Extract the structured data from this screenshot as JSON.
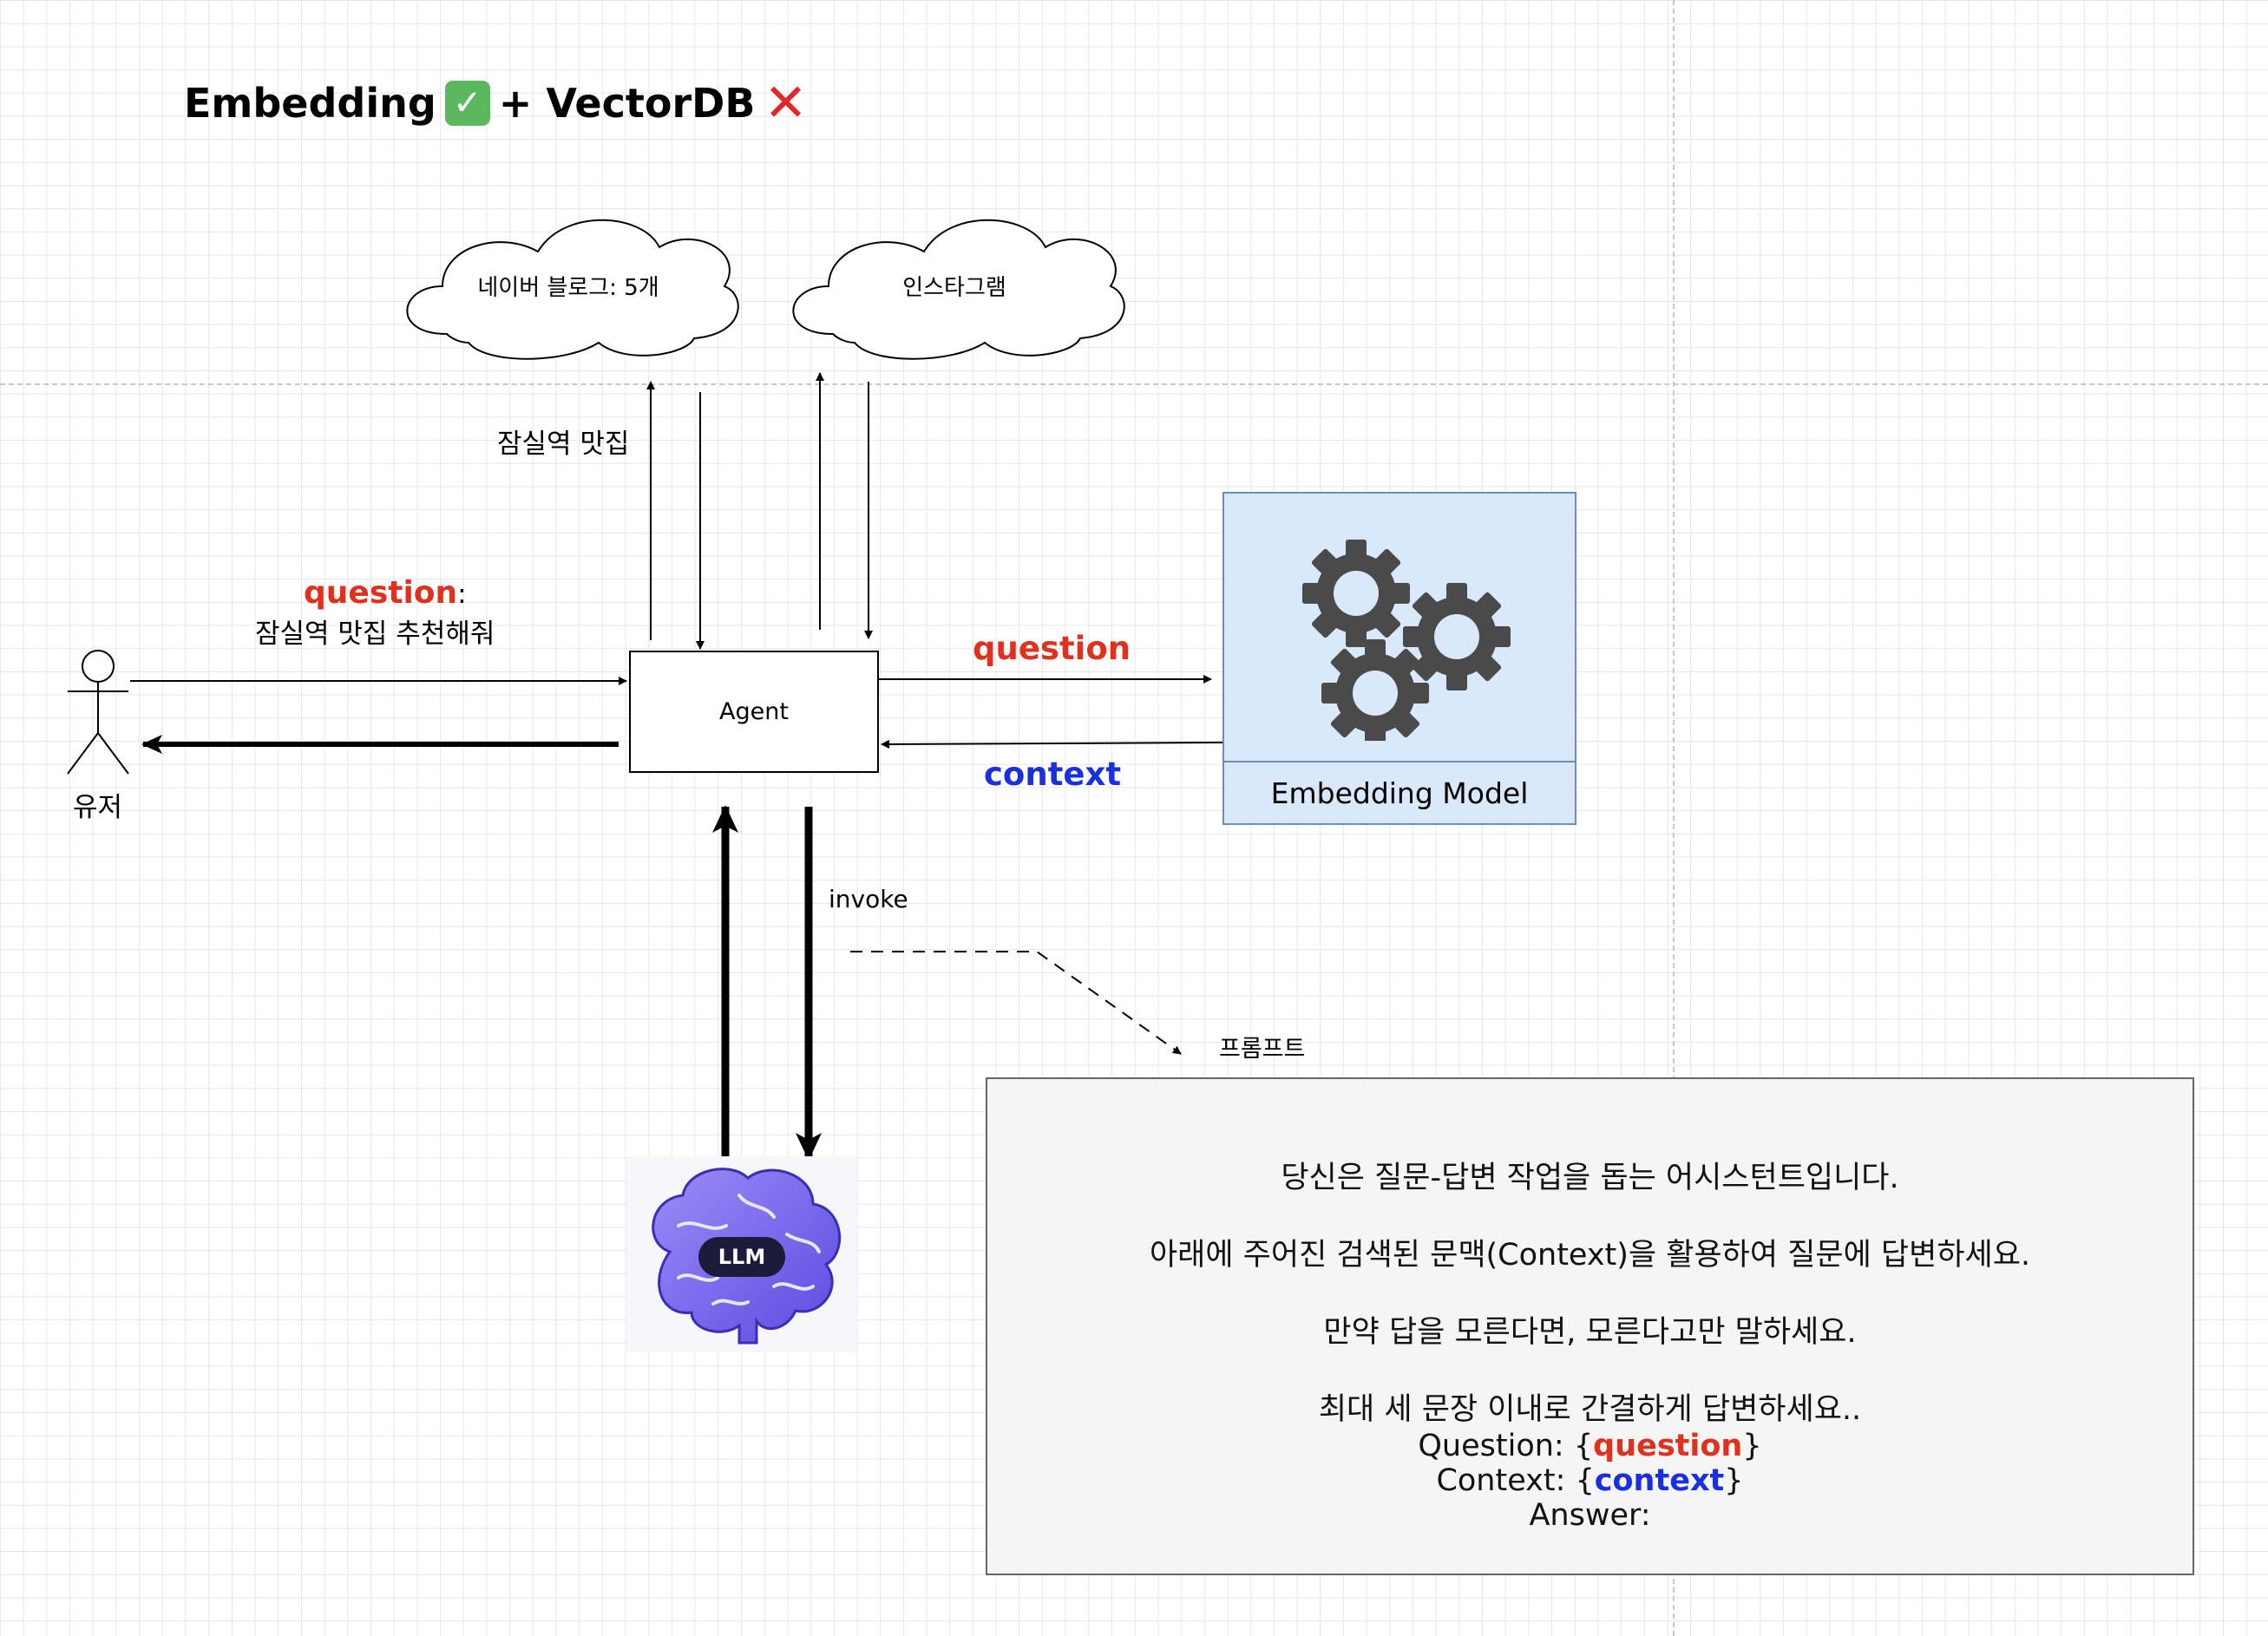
{
  "title": {
    "text_main": "Embedding",
    "text_mid": "+ VectorDB",
    "check_icon": "check-mark-button-icon",
    "cross_icon": "cross-mark-icon",
    "check_glyph": "✓",
    "cross_glyph": "✕"
  },
  "clouds": [
    {
      "label": "네이버 블로그: 5개"
    },
    {
      "label": "인스타그램"
    }
  ],
  "search_label": "잠실역 맛집",
  "user": {
    "label": "유저",
    "question_key": "question",
    "question_colon": ":",
    "question_text": "잠실역 맛집 추천해줘"
  },
  "agent": {
    "label": "Agent"
  },
  "embedding": {
    "question_label": "question",
    "context_label": "context",
    "model_label": "Embedding Model",
    "icon": "gears-icon"
  },
  "llm": {
    "invoke_label": "invoke",
    "badge": "LLM",
    "icon": "brain-icon"
  },
  "prompt": {
    "label": "프롬프트",
    "line1": "당신은 질문-답변 작업을 돕는 어시스턴트입니다.",
    "line2": "아래에 주어진 검색된 문맥(Context)을 활용하여 질문에 답변하세요.",
    "line3": "만약 답을 모른다면, 모른다고만 말하세요.",
    "line4": "최대 세 문장 이내로 간결하게 답변하세요..",
    "question_prefix": "Question: {",
    "question_var": "question",
    "question_suffix": "}",
    "context_prefix": "Context: {",
    "context_var": "context",
    "context_suffix": "}",
    "answer": "Answer:"
  },
  "colors": {
    "question": "#e0301e",
    "context": "#1a2fe0",
    "embedding_fill": "#dae8fc",
    "embedding_stroke": "#6c8ebf",
    "prompt_fill": "#f5f5f5",
    "gear": "#4a4a4a",
    "brain": "#7a6cf0"
  }
}
